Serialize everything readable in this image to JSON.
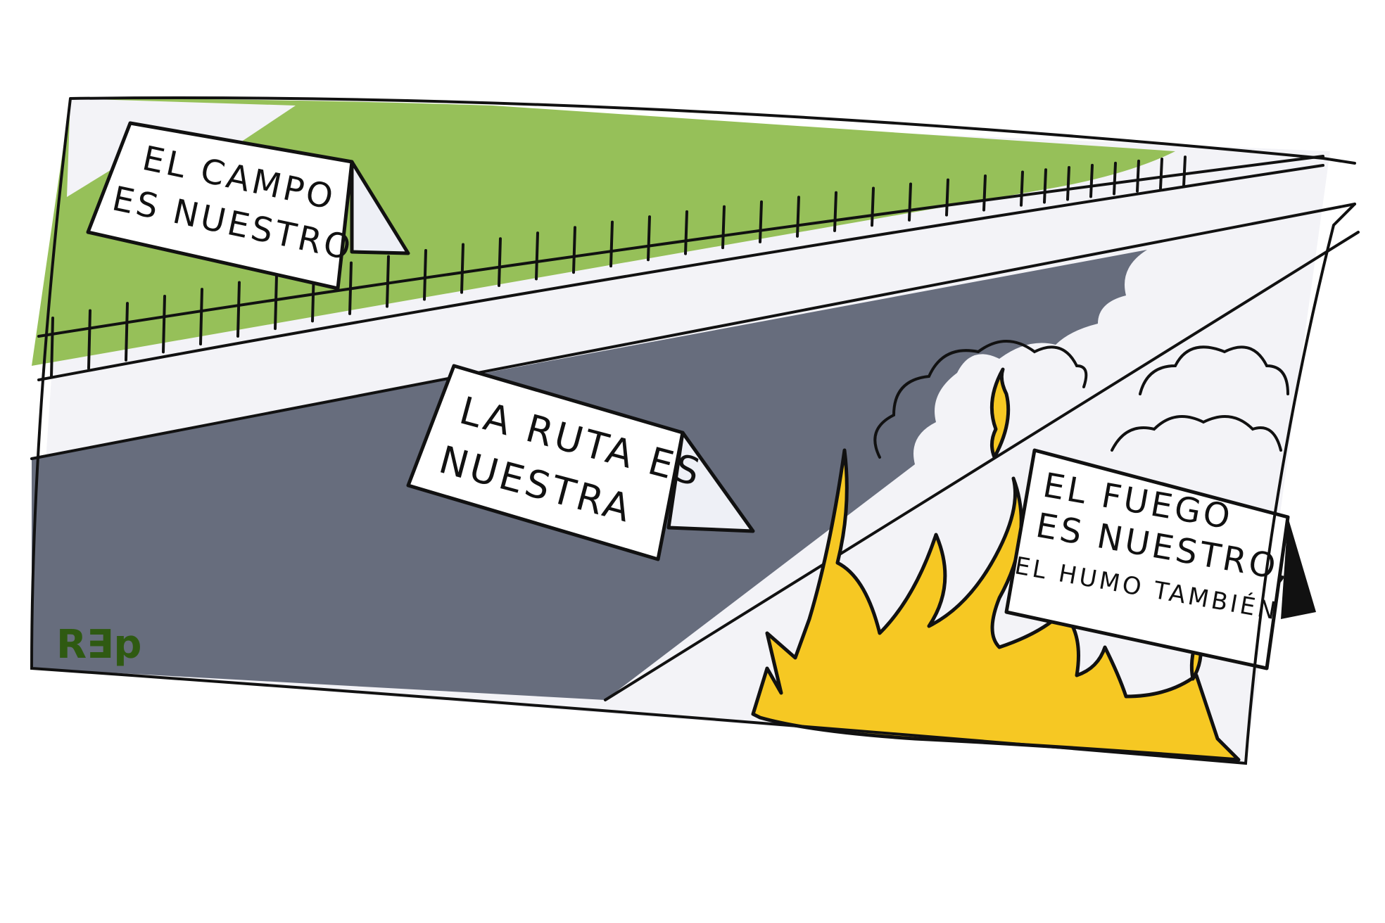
{
  "cartoon": {
    "colors": {
      "grass": "#96c059",
      "road": "#676d7d",
      "shoulder": "#f3f3f7",
      "fire": "#f6c823",
      "ink": "#111111",
      "signature": "#2f5a12"
    },
    "signs": [
      {
        "id": "campo",
        "lines": [
          "EL CAMPO",
          "ES NUESTRO"
        ]
      },
      {
        "id": "ruta",
        "lines": [
          "LA RUTA ES",
          "NUESTRA"
        ]
      },
      {
        "id": "fuego",
        "lines": [
          "EL FUEGO",
          "ES NUESTRO,",
          "EL HUMO TAMBIÉN"
        ]
      }
    ],
    "signature": "R∃p"
  }
}
